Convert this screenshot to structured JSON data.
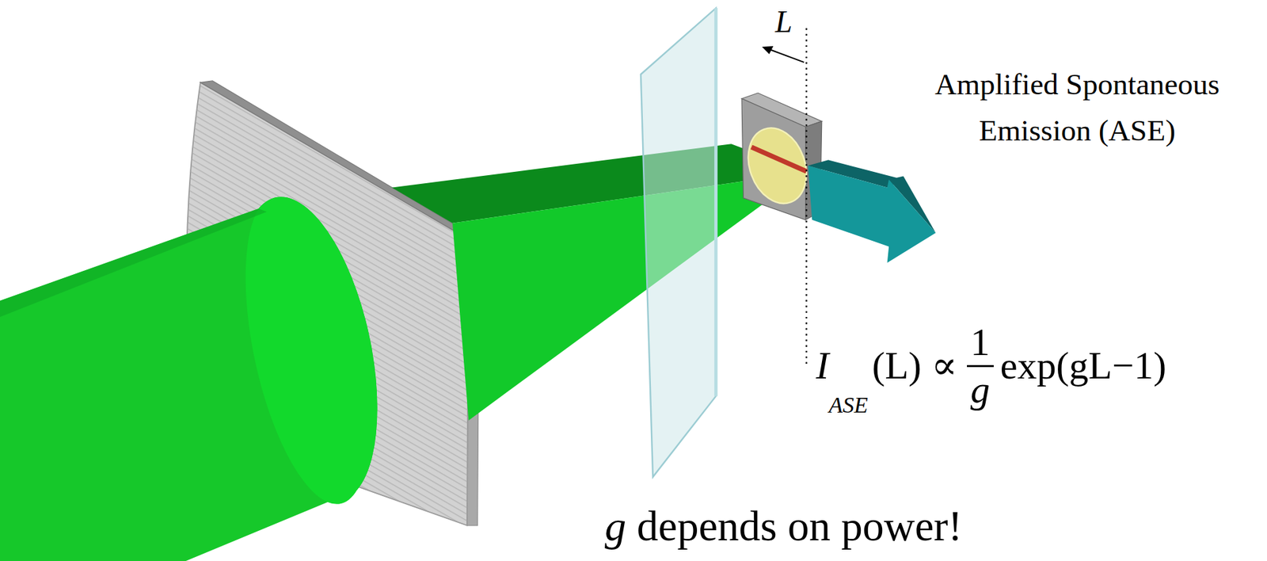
{
  "diagram": {
    "labels": [
      "L",
      "Amplified Spontaneous Emission (ASE)",
      "I",
      "ASE",
      "(L) ∝",
      "1",
      "g",
      "exp(gL−1)",
      "g",
      "depends on power!"
    ]
  }
}
